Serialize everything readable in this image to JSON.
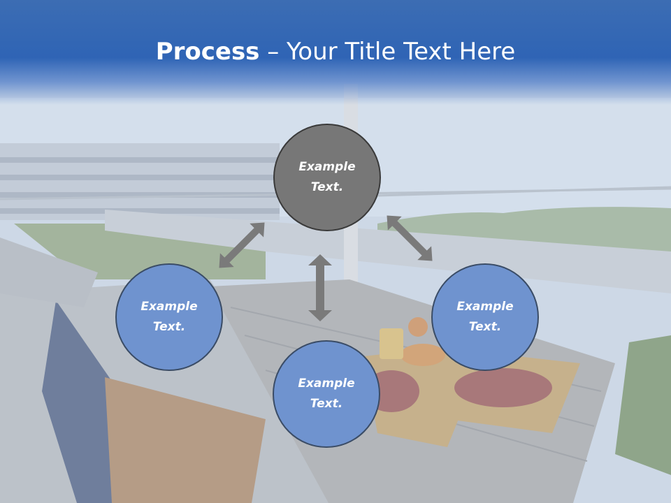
{
  "slide": {
    "title_bold": "Process",
    "title_rest": " – Your Title Text Here"
  },
  "nodes": {
    "top": {
      "line1": "Example",
      "line2": "Text."
    },
    "left": {
      "line1": "Example",
      "line2": "Text."
    },
    "right": {
      "line1": "Example",
      "line2": "Text."
    },
    "bottom": {
      "line1": "Example",
      "line2": "Text."
    }
  },
  "colors": {
    "header_blue": "#2f64b5",
    "node_blue": "#6f93cf",
    "node_gray": "#777777",
    "arrow_gray": "#7a7a7a"
  }
}
